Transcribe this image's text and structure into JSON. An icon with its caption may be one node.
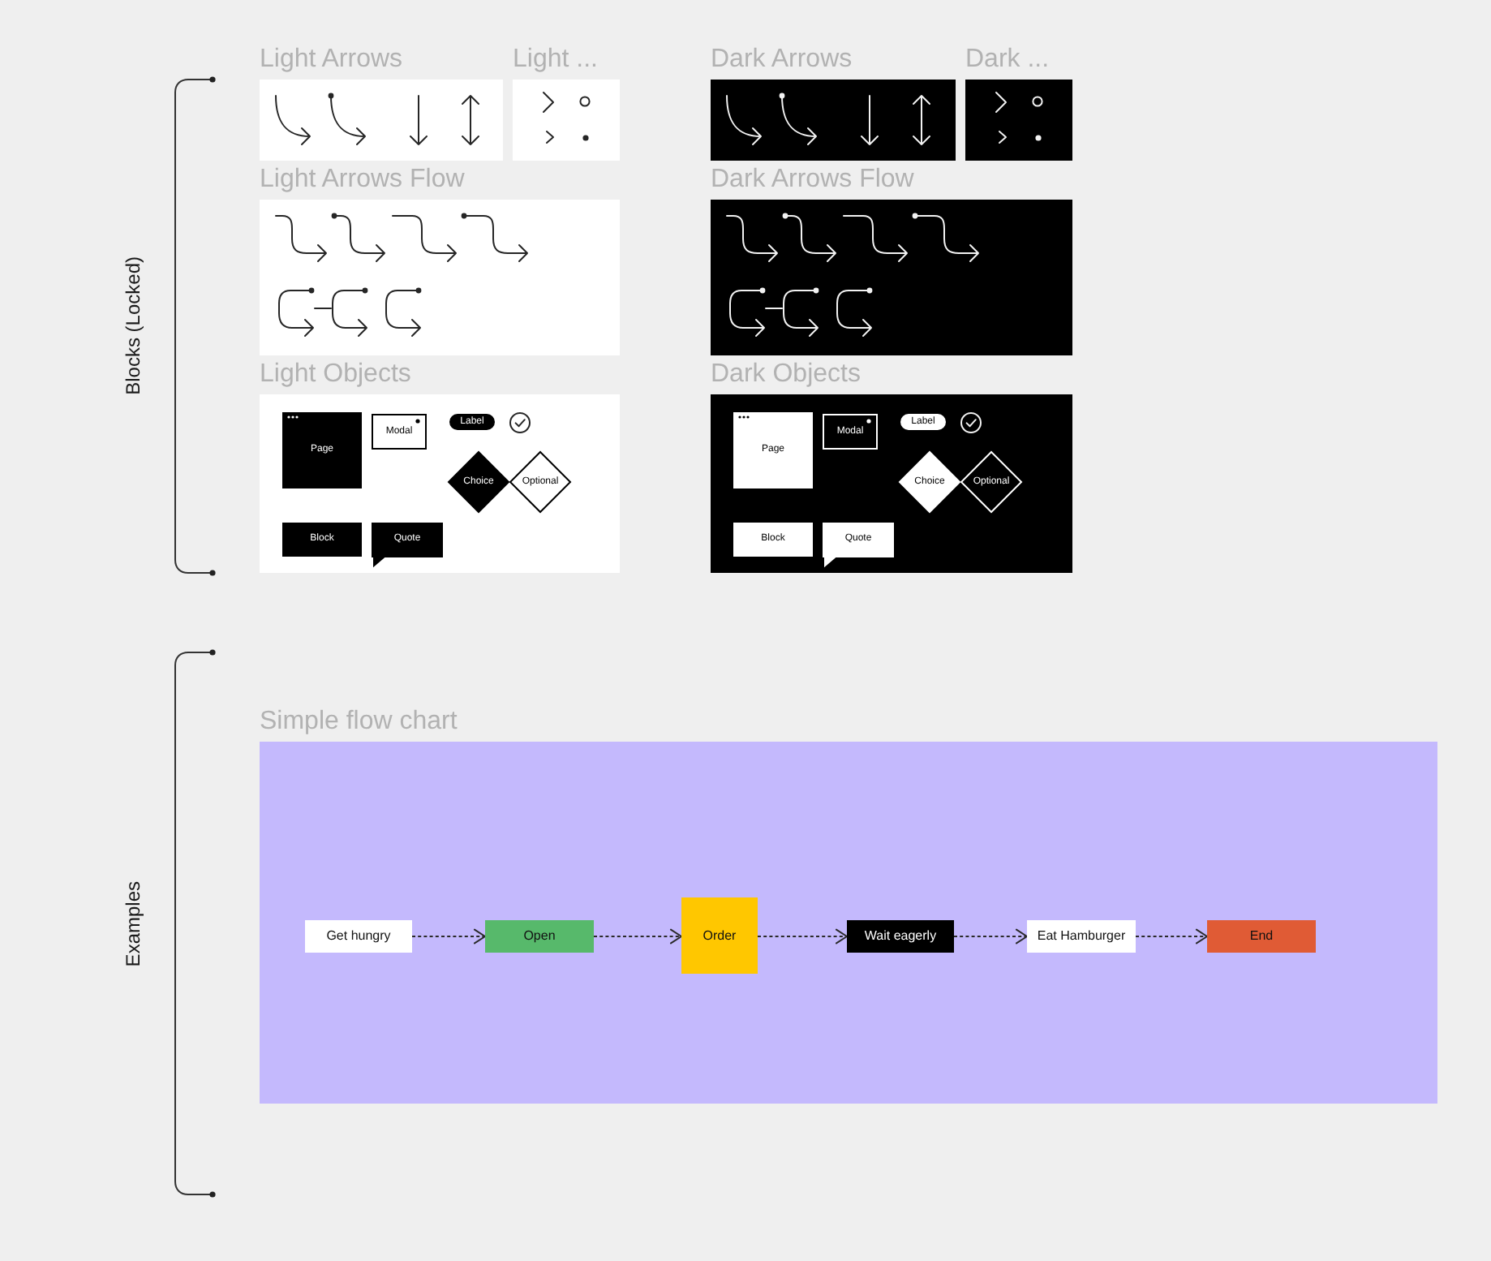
{
  "diagram": {
    "nodes": [
      {
        "text": [
          "Light Arrows"
        ]
      },
      {
        "text": [
          "Light ..."
        ]
      },
      {
        "text": [
          "Dark Arrows"
        ]
      },
      {
        "text": [
          "Dark ..."
        ]
      },
      {
        "text": [
          "Light Arrows Flow"
        ]
      },
      {
        "text": [
          "Dark Arrows Flow"
        ]
      },
      {
        "text": [
          "Light Objects"
        ]
      },
      {
        "text": [
          "Page"
        ],
        "in": 6
      },
      {
        "text": [
          "Modal"
        ],
        "in": 6
      },
      {
        "text": [
          "Label"
        ],
        "in": 6
      },
      {
        "text": [
          "Choice"
        ],
        "in": 6
      },
      {
        "text": [
          "Optional"
        ],
        "in": 6
      },
      {
        "text": [
          "Block"
        ],
        "in": 6
      },
      {
        "text": [
          "Quote"
        ],
        "in": 6
      },
      {
        "text": [
          "Dark Objects"
        ]
      },
      {
        "text": [
          "Page"
        ],
        "in": 14
      },
      {
        "text": [
          "Modal"
        ],
        "in": 14
      },
      {
        "text": [
          "Label"
        ],
        "in": 14
      },
      {
        "text": [
          "Choice"
        ],
        "in": 14
      },
      {
        "text": [
          "Optional"
        ],
        "in": 14
      },
      {
        "text": [
          "Block"
        ],
        "in": 14
      },
      {
        "text": [
          "Quote"
        ],
        "in": 14
      },
      {
        "text": [
          "Simple flow chart"
        ]
      },
      {
        "text": [
          "Get hungry"
        ],
        "in": 22
      },
      {
        "text": [
          "Open"
        ],
        "in": 22
      },
      {
        "text": [
          "Order"
        ],
        "in": 22
      },
      {
        "text": [
          "Wait eagerly"
        ],
        "in": 22
      },
      {
        "text": [
          "Eat Hamburger"
        ],
        "in": 22
      },
      {
        "text": [
          "End"
        ],
        "in": 22
      }
    ],
    "edges": [
      {
        "from": 23,
        "to": 24,
        "arrow": "to",
        "style": "dashed"
      },
      {
        "from": 24,
        "to": 25,
        "arrow": "to",
        "style": "dashed"
      },
      {
        "from": 25,
        "to": 26,
        "arrow": "to",
        "style": "dashed"
      },
      {
        "from": 26,
        "to": 27,
        "arrow": "to",
        "style": "dashed"
      },
      {
        "from": 27,
        "to": 28,
        "arrow": "to",
        "style": "dashed"
      }
    ],
    "labels": [
      "Blocks (Locked)",
      "Examples"
    ]
  }
}
